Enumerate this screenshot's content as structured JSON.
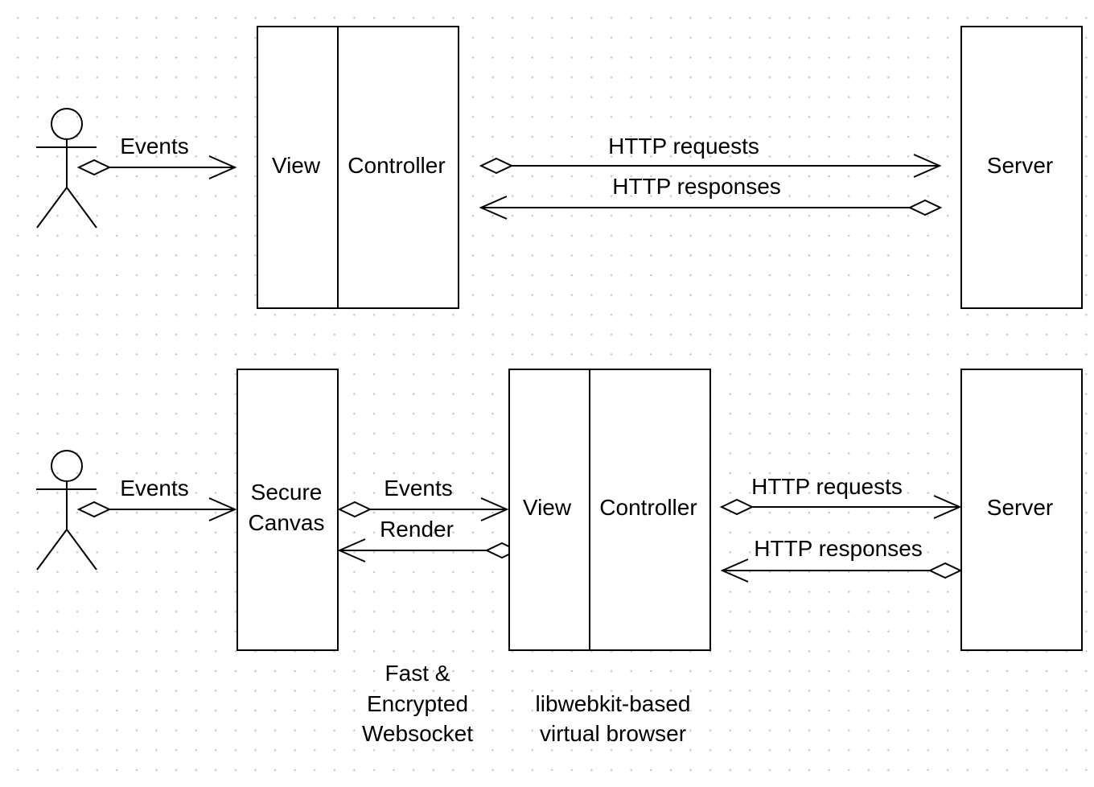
{
  "top": {
    "events_label": "Events",
    "view_label": "View",
    "controller_label": "Controller",
    "http_requests_label": "HTTP requests",
    "http_responses_label": "HTTP responses",
    "server_label": "Server"
  },
  "bottom": {
    "events_label": "Events",
    "secure_canvas_line1": "Secure",
    "secure_canvas_line2": "Canvas",
    "ws_events_label": "Events",
    "render_label": "Render",
    "view_label": "View",
    "controller_label": "Controller",
    "http_requests_label": "HTTP requests",
    "http_responses_label": "HTTP responses",
    "server_label": "Server",
    "websocket_caption": [
      "Fast &",
      "Encrypted",
      "Websocket"
    ],
    "browser_caption": [
      "libwebkit-based",
      "virtual browser"
    ]
  }
}
